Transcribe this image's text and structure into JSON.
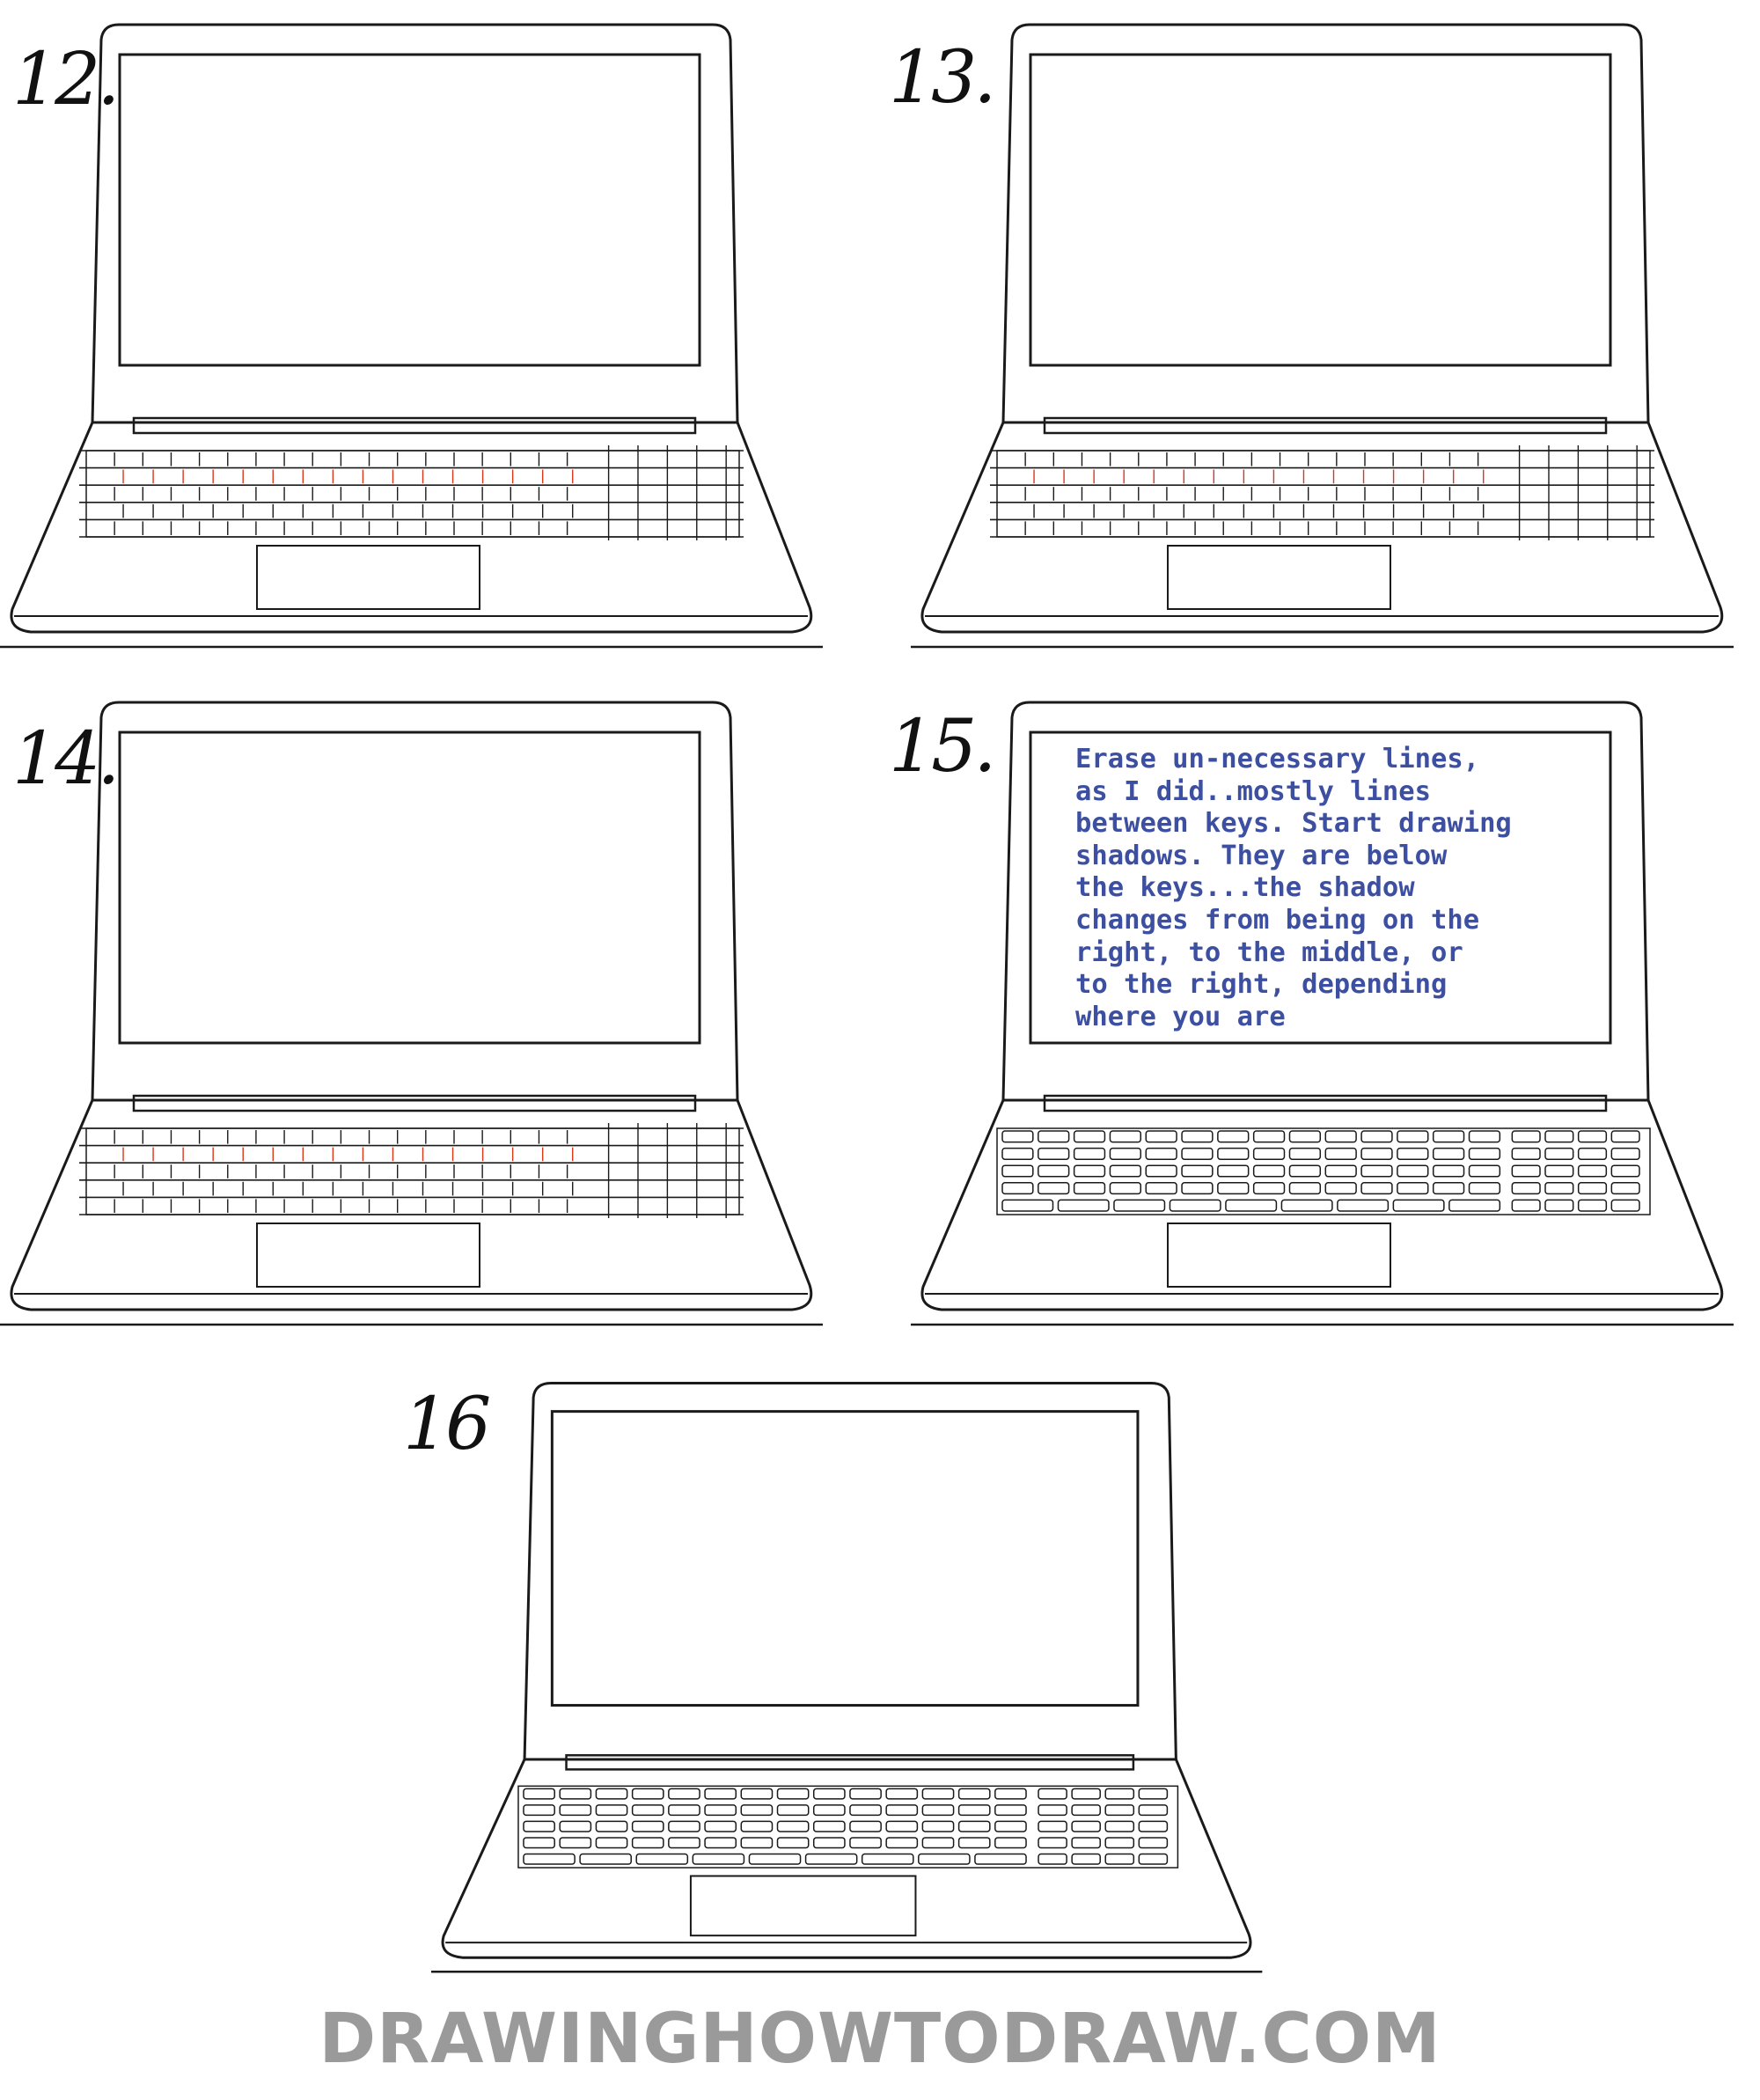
{
  "steps": [
    {
      "number": "12.",
      "stage": "guides"
    },
    {
      "number": "13.",
      "stage": "guides"
    },
    {
      "number": "14.",
      "stage": "guides"
    },
    {
      "number": "15.",
      "stage": "keys"
    },
    {
      "number": "16",
      "stage": "final"
    }
  ],
  "instruction_text": "Erase un-necessary lines,\nas I did..mostly lines\nbetween keys. Start drawing\nshadows. They are below\nthe keys...the shadow\nchanges from being on the\nright, to the middle, or\nto the right, depending\nwhere you are",
  "footer": "DRAWINGHOWTODRAW.COM",
  "colors": {
    "line": "#1a1a1a",
    "guide_red": "#d9361e",
    "text_blue": "#3d4fa1",
    "footer_gray": "#9a9a9a"
  }
}
